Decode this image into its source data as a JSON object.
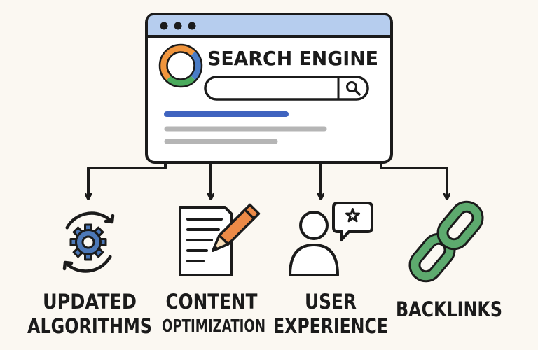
{
  "window": {
    "title": "SEARCH ENGINE",
    "titlebar_color": "#b6cdee",
    "controls": [
      "window-dot",
      "window-dot",
      "window-dot"
    ]
  },
  "search": {
    "value": "",
    "icon": "search-icon"
  },
  "results": [
    {
      "color": "#3f63bf"
    },
    {
      "color": "#b5b5b5"
    },
    {
      "color": "#b5b5b5"
    }
  ],
  "branches": [
    {
      "icon": "gear-refresh-icon",
      "line1": "UPDATED",
      "line2": "ALGORITHMS",
      "accent": "#4c78b8"
    },
    {
      "icon": "document-pencil-icon",
      "line1": "CONTENT",
      "line2": "OPTIMIZATION",
      "accent": "#ec8a47"
    },
    {
      "icon": "user-star-icon",
      "line1": "USER",
      "line2": "EXPERIENCE",
      "accent": "#ffffff"
    },
    {
      "icon": "link-chain-icon",
      "line1": "BACKLINKS",
      "line2": "",
      "accent": "#5daa6e"
    }
  ],
  "colors": {
    "background": "#fbf8f2",
    "ink": "#1b1b1b",
    "logo_blue": "#4a7cc6",
    "logo_orange": "#f0953d",
    "logo_green": "#4bab5d"
  }
}
